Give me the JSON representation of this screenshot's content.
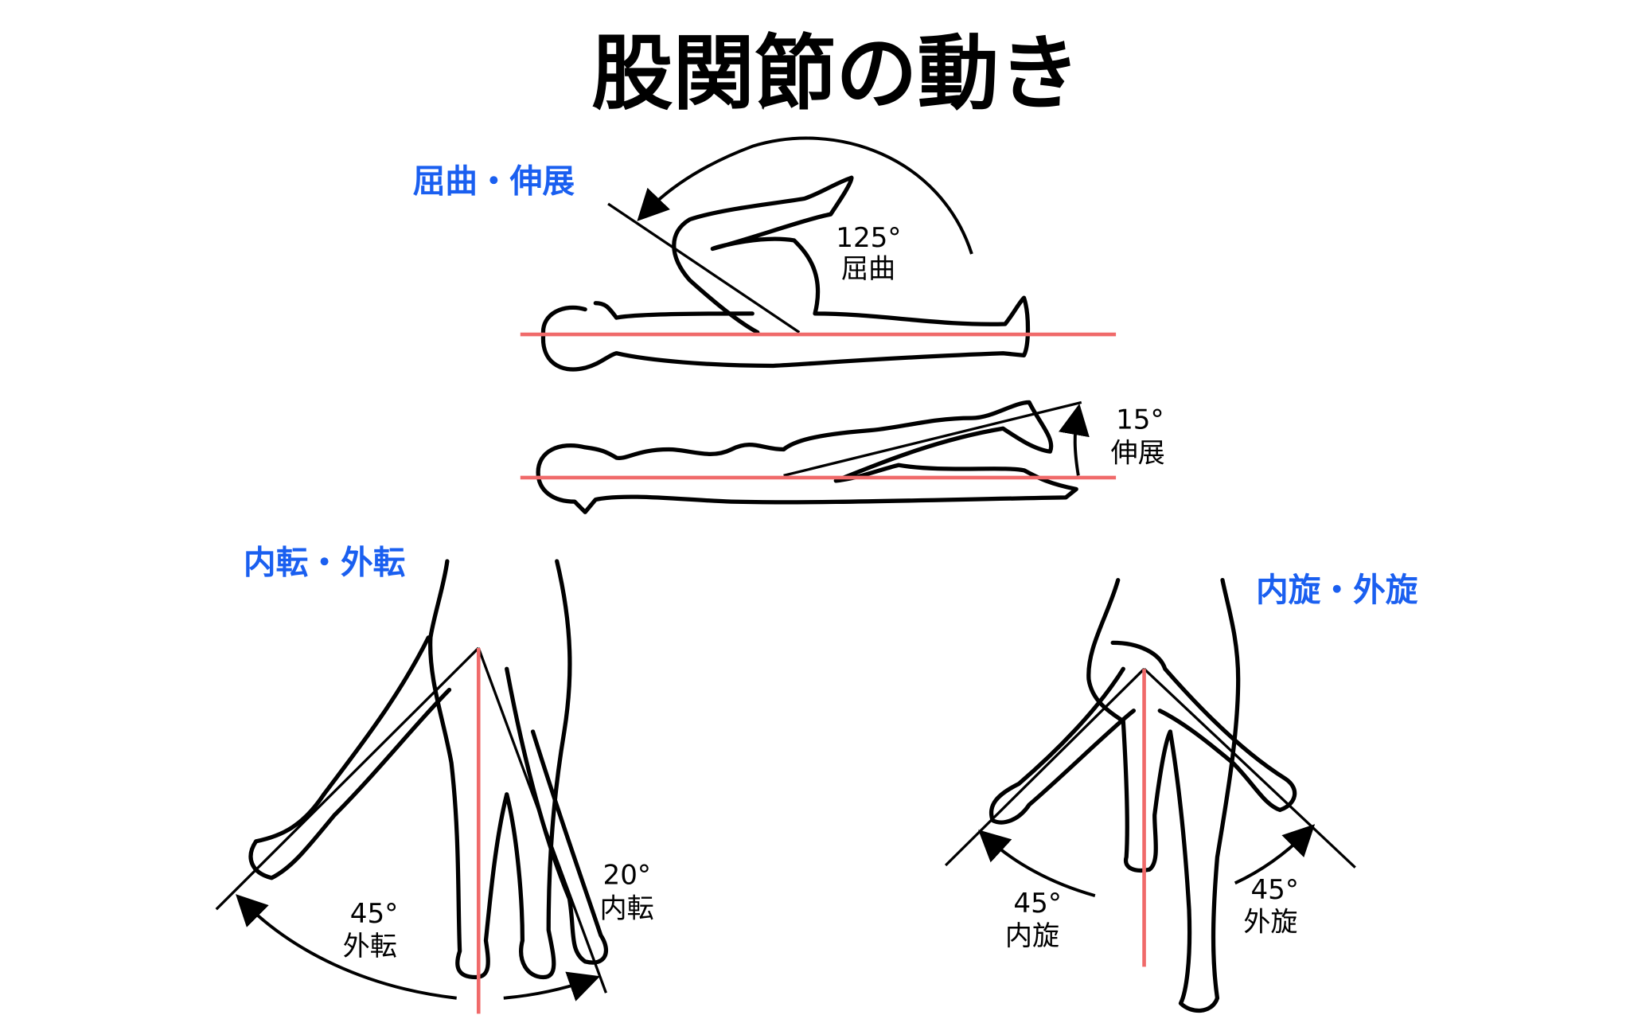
{
  "title": "股関節の動き",
  "colors": {
    "section": "#1a5ff0",
    "reference_line": "#f06a6a"
  },
  "sections": {
    "flexion_extension": {
      "label": "屈曲・伸展",
      "flexion": {
        "angle": "125°",
        "name": "屈曲"
      },
      "extension": {
        "angle": "15°",
        "name": "伸展"
      }
    },
    "adduction_abduction": {
      "label": "内転・外転",
      "abduction": {
        "angle": "45°",
        "name": "外転"
      },
      "adduction": {
        "angle": "20°",
        "name": "内転"
      }
    },
    "rotation": {
      "label": "内旋・外旋",
      "internal": {
        "angle": "45°",
        "name": "内旋"
      },
      "external": {
        "angle": "45°",
        "name": "外旋"
      }
    }
  }
}
